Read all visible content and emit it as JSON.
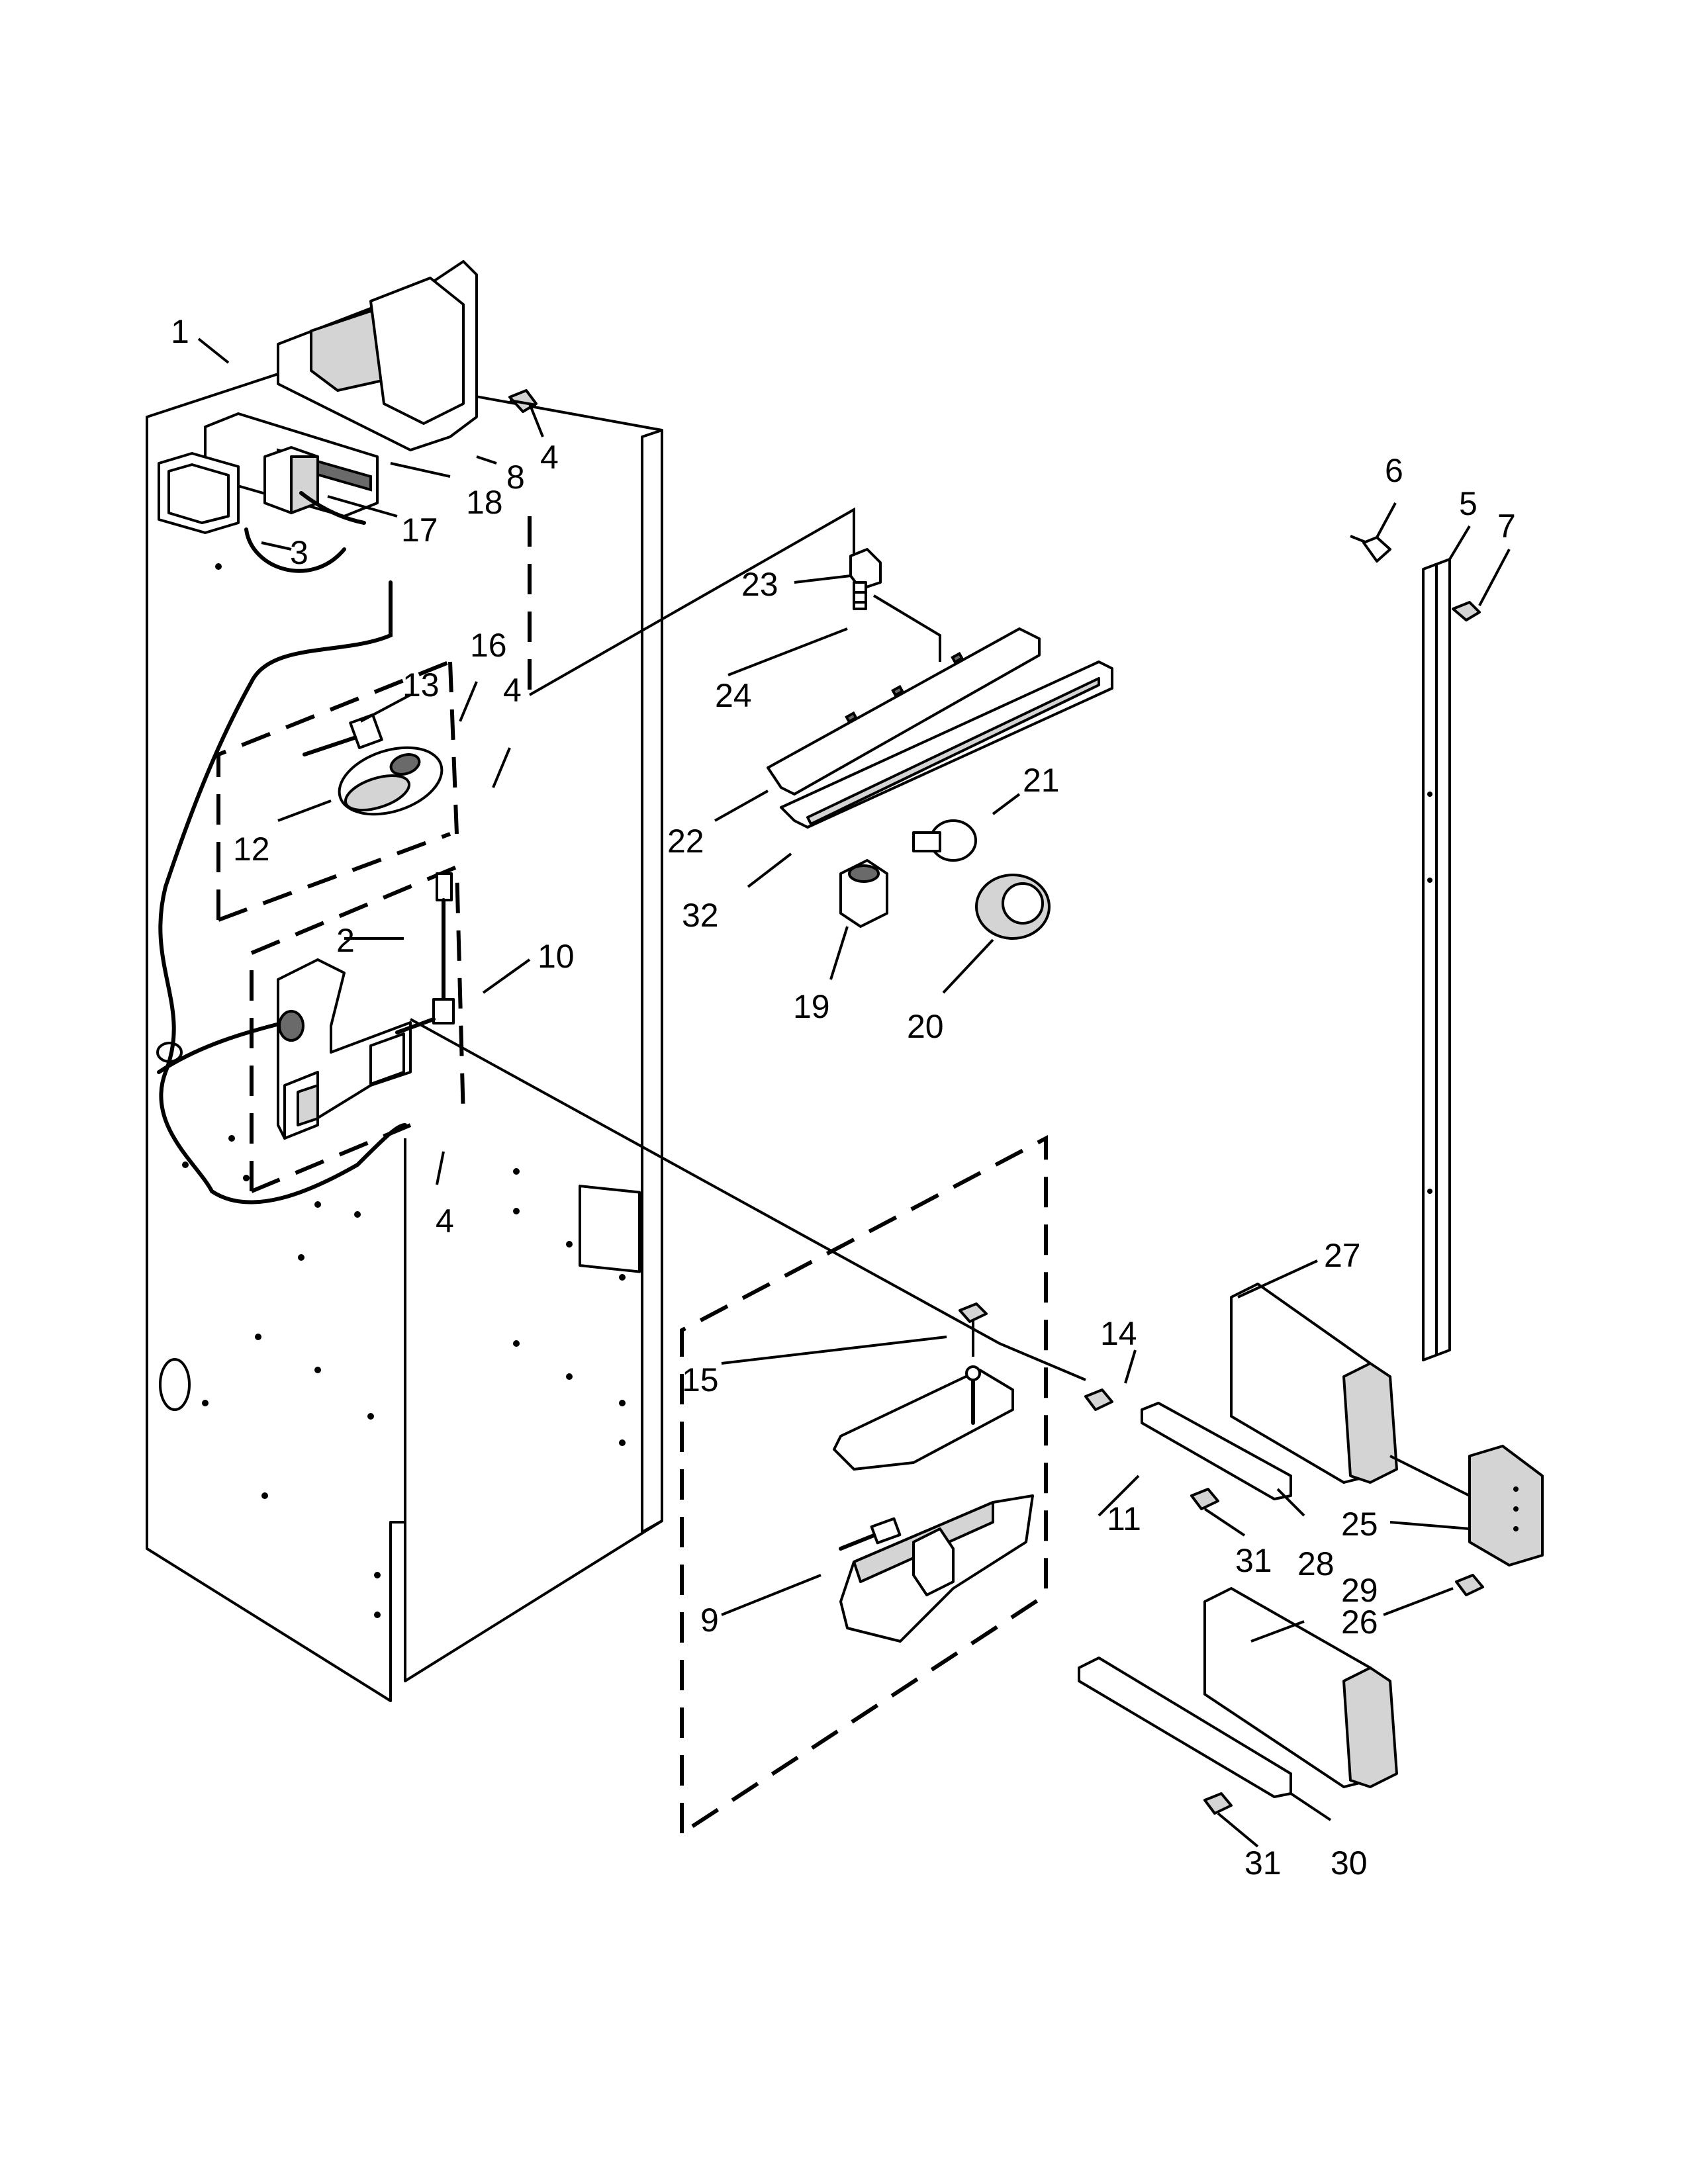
{
  "callouts": [
    {
      "id": "c1",
      "label": "1"
    },
    {
      "id": "c2",
      "label": "2"
    },
    {
      "id": "c3",
      "label": "3"
    },
    {
      "id": "c4a",
      "label": "4"
    },
    {
      "id": "c4b",
      "label": "4"
    },
    {
      "id": "c4c",
      "label": "4"
    },
    {
      "id": "c5",
      "label": "5"
    },
    {
      "id": "c6",
      "label": "6"
    },
    {
      "id": "c7",
      "label": "7"
    },
    {
      "id": "c8",
      "label": "8"
    },
    {
      "id": "c9",
      "label": "9"
    },
    {
      "id": "c10",
      "label": "10"
    },
    {
      "id": "c11",
      "label": "11"
    },
    {
      "id": "c12",
      "label": "12"
    },
    {
      "id": "c13",
      "label": "13"
    },
    {
      "id": "c14",
      "label": "14"
    },
    {
      "id": "c15",
      "label": "15"
    },
    {
      "id": "c16",
      "label": "16"
    },
    {
      "id": "c17",
      "label": "17"
    },
    {
      "id": "c18",
      "label": "18"
    },
    {
      "id": "c19",
      "label": "19"
    },
    {
      "id": "c20",
      "label": "20"
    },
    {
      "id": "c21",
      "label": "21"
    },
    {
      "id": "c22",
      "label": "22"
    },
    {
      "id": "c23",
      "label": "23"
    },
    {
      "id": "c24",
      "label": "24"
    },
    {
      "id": "c25",
      "label": "25"
    },
    {
      "id": "c26",
      "label": "26"
    },
    {
      "id": "c27",
      "label": "27"
    },
    {
      "id": "c28",
      "label": "28"
    },
    {
      "id": "c29",
      "label": "29"
    },
    {
      "id": "c30",
      "label": "30"
    },
    {
      "id": "c31a",
      "label": "31"
    },
    {
      "id": "c31b",
      "label": "31"
    },
    {
      "id": "c32",
      "label": "32"
    }
  ]
}
